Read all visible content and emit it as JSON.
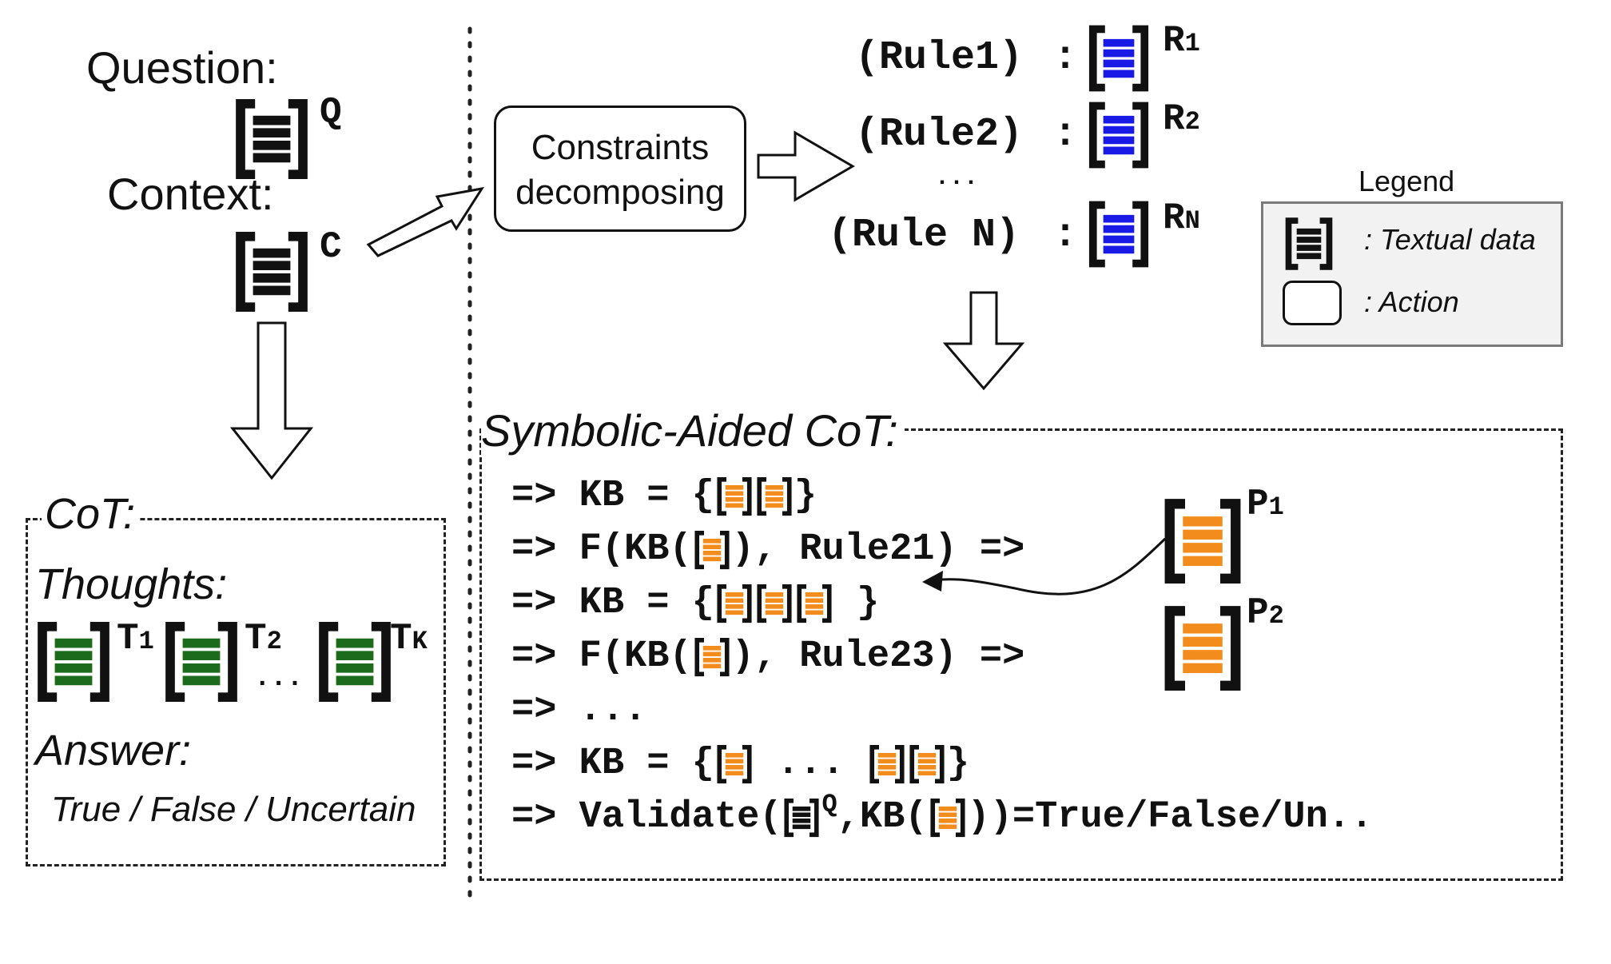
{
  "left": {
    "question_label": "Question:",
    "question_sup": "Q",
    "context_label": "Context:",
    "context_sup": "C"
  },
  "action": {
    "line1": "Constraints",
    "line2": "decomposing"
  },
  "rules": [
    {
      "label": "(Rule1)",
      "sep": ":",
      "sup": "R",
      "sub": "1"
    },
    {
      "label": "(Rule2)",
      "sep": ":",
      "sup": "R",
      "sub": "2"
    },
    {
      "label": "(Rule N)",
      "sep": ":",
      "sup": "R",
      "sub": "N"
    }
  ],
  "rules_ellipsis": "...",
  "legend": {
    "title": "Legend",
    "textual": ": Textual data",
    "action": ": Action"
  },
  "cot": {
    "title": "CoT:",
    "thoughts_label": "Thoughts:",
    "t1": "T",
    "t1_sub": "1",
    "t2": "T",
    "t2_sub": "2",
    "dots": "...",
    "tk": "T",
    "tk_sub": "K",
    "answer_label": "Answer:",
    "answer_text": "True / False / Uncertain"
  },
  "sacot": {
    "title": "Symbolic-Aided CoT:",
    "arrow": "=>",
    "l1_a": "KB = {",
    "l1_b": "}",
    "l2_a": "F(KB(",
    "l2_b": "), Rule21) =>",
    "l3_a": "KB = {",
    "l3_b": "}",
    "l4_a": "F(KB(",
    "l4_b": "), Rule23) =>",
    "l5": "...",
    "l6_a": "KB = {",
    "l6_mid": " ... ",
    "l6_b": "}",
    "l7_a": "Validate(",
    "l7_sup": "Q",
    "l7_b": ",KB(",
    "l7_c": "))=True/False/Un..",
    "p1": "P",
    "p1_sub": "1",
    "p2": "P",
    "p2_sub": "2"
  },
  "colors": {
    "black": "#111111",
    "blue": "#1a1ae6",
    "green": "#1c6b1c",
    "orange": "#f28c1c"
  }
}
